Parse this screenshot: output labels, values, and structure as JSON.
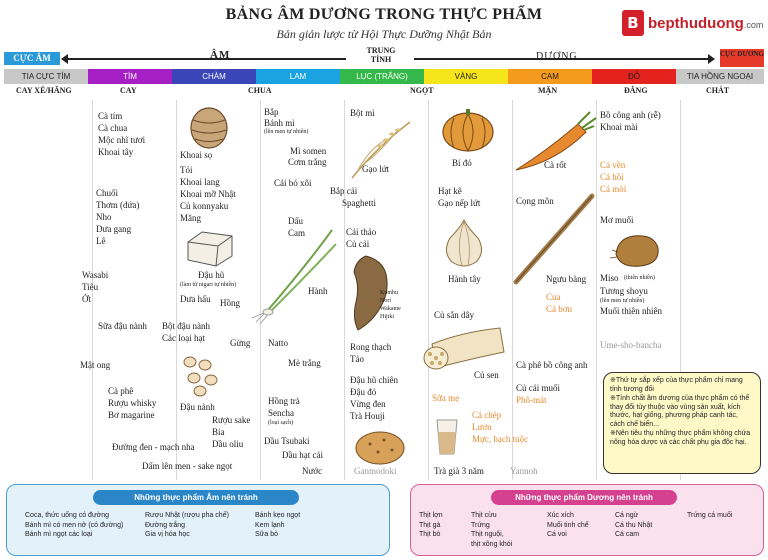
{
  "header": {
    "title": "BẢNG ÂM DƯƠNG TRONG THỰC PHẨM",
    "subtitle": "Bản giản lược từ Hội Thực Dưỡng Nhật Bản",
    "logo_text": "bepthuduong",
    "logo_suffix": ".com",
    "logo_mark": "B"
  },
  "axis": {
    "cuc_am": "CỰC ÂM",
    "am": "ÂM",
    "trung_tinh": "TRUNG TÍNH",
    "duong": "DƯƠNG",
    "cuc_duong": "CỰC DƯƠNG"
  },
  "spectrum": [
    {
      "label": "TIA CỰC TÍM",
      "color": "#c8c8c8",
      "text_color": "#222222"
    },
    {
      "label": "TÍM",
      "color": "#a61fc4",
      "text_color": "#ffffff"
    },
    {
      "label": "CHÀM",
      "color": "#3a46b8",
      "text_color": "#ffffff"
    },
    {
      "label": "LAM",
      "color": "#1aa3e0",
      "text_color": "#ffffff"
    },
    {
      "label": "LỤC (TRẮNG)",
      "color": "#34b84a",
      "text_color": "#ffffff"
    },
    {
      "label": "VÀNG",
      "color": "#f5e51a",
      "text_color": "#222222"
    },
    {
      "label": "CAM",
      "color": "#f59a1c",
      "text_color": "#222222"
    },
    {
      "label": "ĐỎ",
      "color": "#e4231f",
      "text_color": "#222222"
    },
    {
      "label": "TIA HỒNG NGOẠI",
      "color": "#c8c8c8",
      "text_color": "#222222"
    }
  ],
  "tastes": [
    "CAY XÉ/HĂNG",
    "CAY",
    "CHUA",
    "NGỌT",
    "MẶN",
    "ĐẮNG",
    "CHÁT"
  ],
  "foods": {
    "c1": [
      "Wasabi",
      "Tiêu",
      "Ớt",
      "Mật ong"
    ],
    "c2": [
      "Cà tím",
      "Cà chua",
      "Mộc nhĩ tươi",
      "Khoai tây",
      "Chuối",
      "Thơm (dứa)",
      "Nho",
      "Dưa gang",
      "Lê",
      "Sữa đậu nành",
      "Cà phê",
      "Rượu whisky",
      "Bơ magarine",
      "Đường đen - mạch nha",
      "Dấm lên men - sake ngọt"
    ],
    "c3": [
      "Khoai sọ",
      "Tỏi",
      "Khoai lang",
      "Khoai mỡ Nhật",
      "Củ konnyaku",
      "Măng",
      "Đậu hũ",
      "(làm từ nigari tự nhiên)",
      "Dưa hấu",
      "Hồng",
      "Bột đậu nành",
      "Các loại hạt",
      "Gừng",
      "Đậu nành",
      "Rượu sake",
      "Bia",
      "Dầu oliu"
    ],
    "c4": [
      "Bắp",
      "Bánh mì",
      "(lên men tự nhiên)",
      "Mì somen",
      "Cơm trắng",
      "Cải bó xôi",
      "Dấu",
      "Cam",
      "Hành",
      "Natto",
      "Mè trắng",
      "Hồng trà",
      "Sencha",
      "(loại sạch)",
      "Dầu Tsubaki",
      "Dầu hạt cải",
      "Nước"
    ],
    "c5": [
      "Bột mì",
      "Gạo lứt",
      "Bắp cải",
      "Spaghetti",
      "Cải thảo",
      "Củ cải",
      "Kombu",
      "Nori",
      "Wakame",
      "Hijiki",
      "Rong thạch",
      "Tảo",
      "Đậu hũ chiên",
      "Đậu đỏ",
      "Vừng đen",
      "Trà Houji",
      "Ganmodoki"
    ],
    "c6": [
      "Bí đỏ",
      "Hạt kê",
      "Gạo nếp lứt",
      "Hành tây",
      "Củ sắn dây",
      "Củ sen",
      "Sữa mẹ",
      "Cá chép",
      "Lươn",
      "Mực, bạch tuộc",
      "Trà già 3 năm"
    ],
    "c7": [
      "Cà rốt",
      "Cọng môn",
      "Ngưu bàng",
      "Cua",
      "Cá bơn",
      "Cà phê bồ công anh",
      "Củ cải muối",
      "Phô-mát",
      "Yannoh"
    ],
    "c8": [
      "Bồ công anh (rễ)",
      "Khoai mài",
      "Cá vền",
      "Cá hồi",
      "Cá mòi",
      "Mơ muối",
      "Miso",
      "(thiên nhiên)",
      "Tương shoyu",
      "(lên men tự nhiên)",
      "Muối thiên nhiên",
      "Ume-sho-bancha"
    ]
  },
  "note": [
    "※Thứ tự sắp xếp của thực phẩm chỉ mang tính tương đối",
    "※Tính chất âm dương của thực phẩm có thể thay đổi tùy thuộc vào vùng sản xuất, kích thước, hạt giống, phương pháp canh tác, cách chế biến...",
    "※Nên tiêu thụ những thực phẩm không chứa nông hóa dược và các chất phụ gia độc hại."
  ],
  "box_am": {
    "title": "Những thực phẩm Âm nên tránh",
    "col1": [
      "Coca, thức uống có đường",
      "Bánh mì có men nở (có đường)",
      "Bánh mì ngọt các loại"
    ],
    "col2": [
      "Rượu Nhật (rượu pha chế)",
      "Đường trắng",
      "Gia vị hóa học"
    ],
    "col3": [
      "Bánh kẹo ngọt",
      "Kem lạnh",
      "Sữa bò"
    ]
  },
  "box_duong": {
    "title": "Những thực phẩm Dương nên tránh",
    "col1": [
      "Thịt lợn",
      "Thịt gà",
      "Thịt bò"
    ],
    "col2": [
      "Thịt cừu",
      "Trứng",
      "Thịt nguội,",
      "thịt xông khói"
    ],
    "col3": [
      "Xúc xích",
      "Muối tinh chế",
      "Cá voi"
    ],
    "col4": [
      "Cá ngừ",
      "Cá thu Nhật",
      "Cá cam"
    ],
    "col5": [
      "Trứng cá muối"
    ]
  }
}
